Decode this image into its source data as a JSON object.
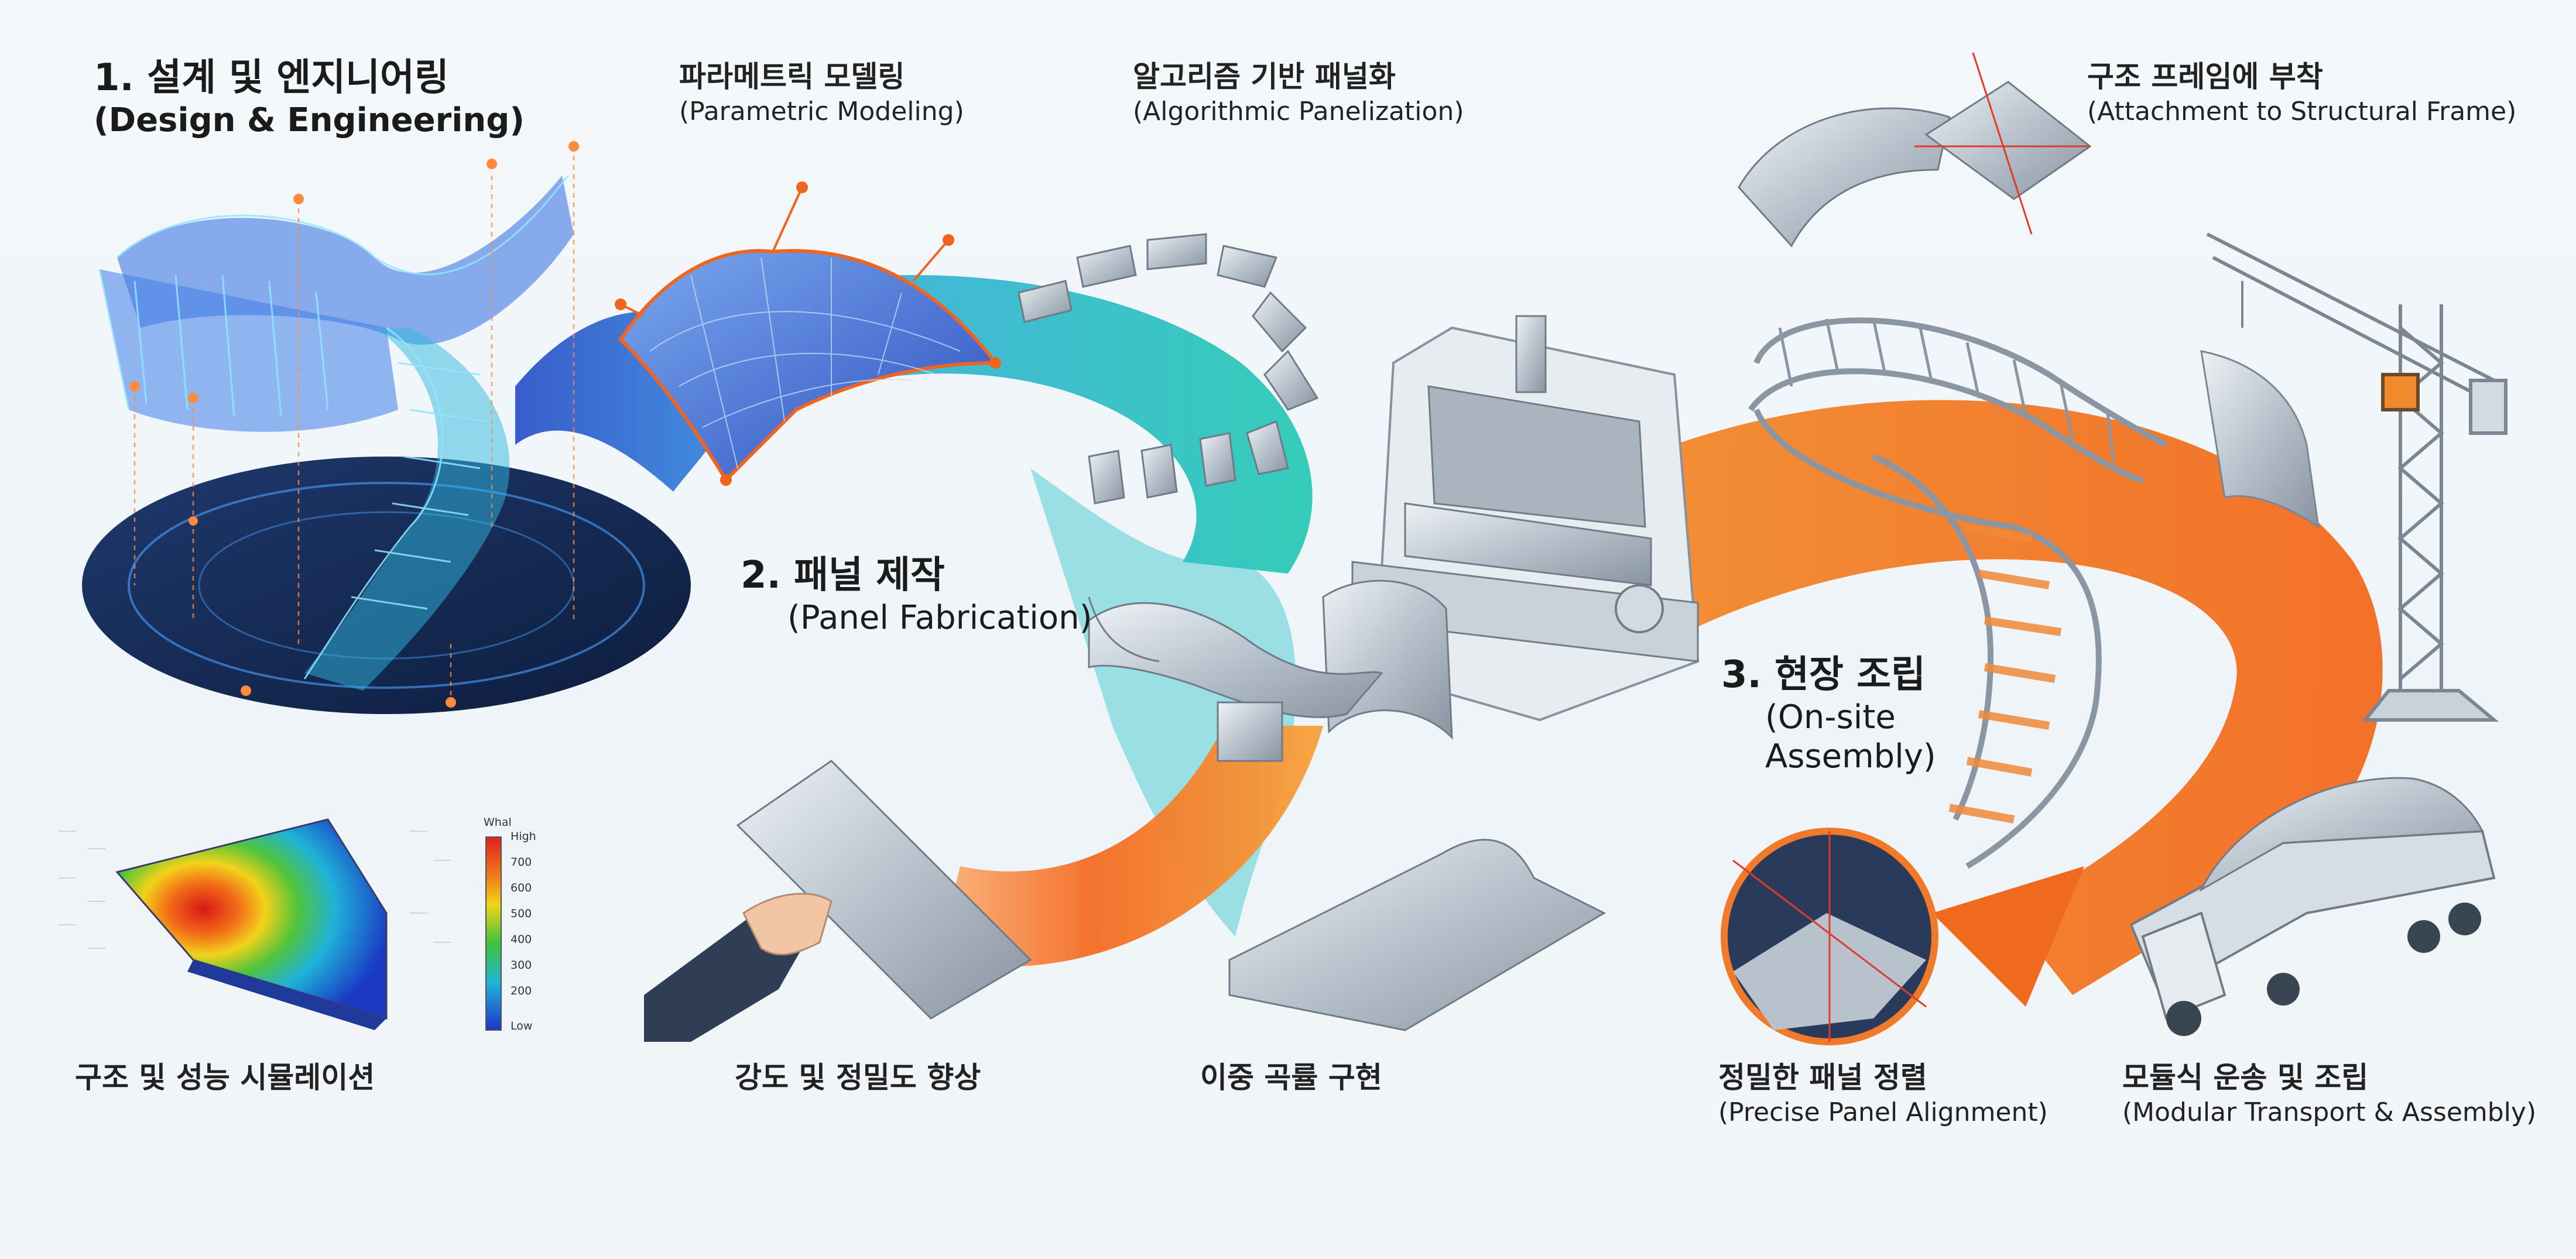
{
  "stages": {
    "design": {
      "ko": "1. 설계 및 엔지니어링",
      "en": "(Design & Engineering)"
    },
    "fabrication": {
      "ko": "2. 패널 제작",
      "en": "(Panel Fabrication)"
    },
    "assembly": {
      "ko": "3. 현장 조립",
      "en1": "(On-site",
      "en2": "Assembly)"
    }
  },
  "steps": {
    "parametric": {
      "ko": "파라메트릭 모델링",
      "en": "(Parametric Modeling)"
    },
    "panelization": {
      "ko": "알고리즘 기반 패널화",
      "en": "(Algorithmic Panelization)"
    },
    "attachment": {
      "ko": "구조 프레임에 부착",
      "en": "(Attachment to Structural Frame)"
    },
    "simulation": {
      "ko": "구조 및 성능 시뮬레이션"
    },
    "strength": {
      "ko": "강도 및 정밀도 향상"
    },
    "curvature": {
      "ko": "이중 곡률 구현"
    },
    "alignment": {
      "ko": "정밀한 패널 정렬",
      "en": "(Precise Panel Alignment)"
    },
    "transport": {
      "ko": "모듈식 운송 및 조립",
      "en": "(Modular Transport & Assembly)"
    }
  },
  "legend": {
    "title": "Whal",
    "labels": [
      "High",
      "700",
      "600",
      "500",
      "400",
      "300",
      "200",
      "Low"
    ]
  },
  "colors": {
    "flow_blue": "#3a66d8",
    "flow_teal": "#27c2bf",
    "flow_orange": "#f58a2a",
    "steel": "#b9c3cc"
  }
}
